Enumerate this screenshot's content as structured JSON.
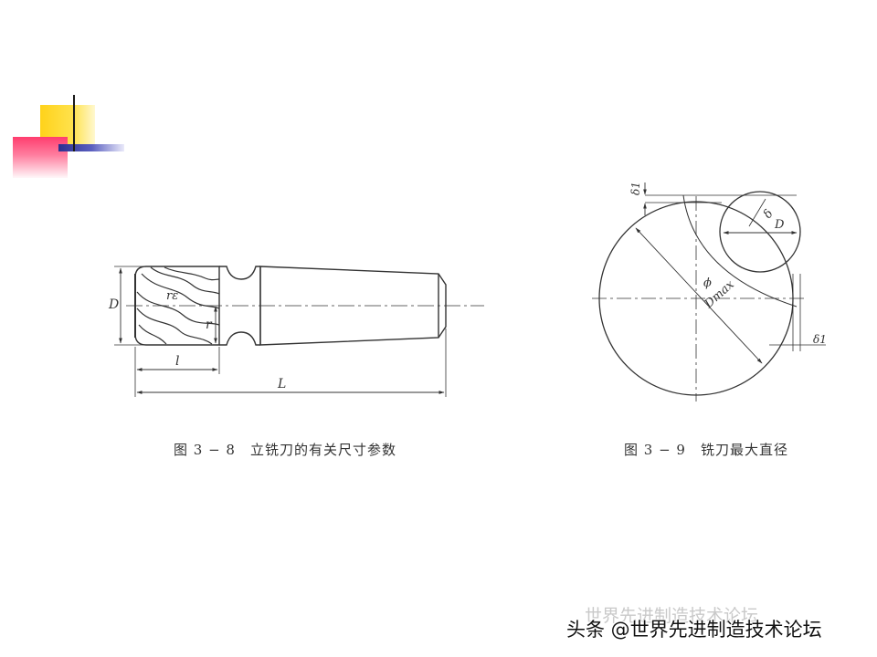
{
  "figure_left": {
    "caption": "图 3 − 8　立铣刀的有关尺寸参数",
    "labels": {
      "D": "D",
      "r_e": "rε",
      "r": "r",
      "l": "l",
      "L": "L"
    }
  },
  "figure_right": {
    "caption": "图 3 − 9　铣刀最大直径",
    "labels": {
      "delta1_top": "δ1",
      "delta": "δ",
      "D": "D",
      "phi": "ϕ",
      "Dmax": "Dmax",
      "delta1_right": "δ1"
    }
  },
  "watermark": {
    "faint": "世界先进制造技术论坛",
    "text": "头条 @世界先进制造技术论坛"
  }
}
